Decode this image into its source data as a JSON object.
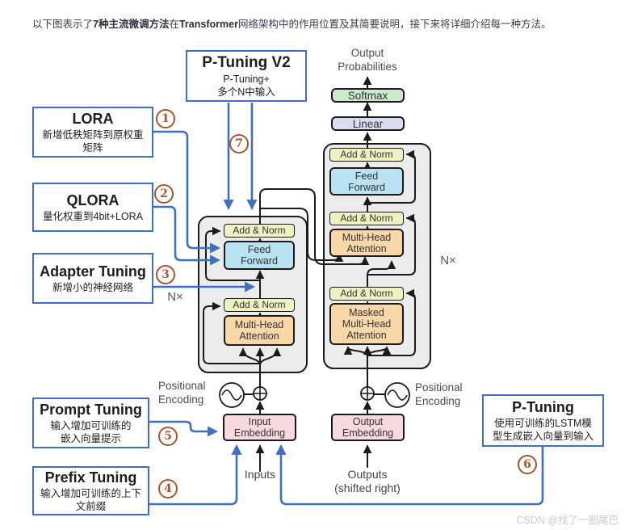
{
  "intro": {
    "p1": "以下图表示了",
    "p2_bold": "7种主流微调方法",
    "p3": "在",
    "p4_bold": "Transformer",
    "p5": "网络架构中的作用位置及其简要说明，接下来将详细介绍每一种方法。"
  },
  "methods": {
    "ptuning_v2": {
      "title": "P-Tuning V2",
      "desc": "P-Tuning+\n多个N中输入",
      "number": "7"
    },
    "lora": {
      "title": "LORA",
      "desc": "新增低秩矩阵到原权重\n矩阵",
      "number": "1"
    },
    "qlora": {
      "title": "QLORA",
      "desc": "量化权重到4bit+LORA",
      "number": "2"
    },
    "adapter": {
      "title": "Adapter Tuning",
      "desc": "新增小的神经网络",
      "number": "3"
    },
    "prompt": {
      "title": "Prompt Tuning",
      "desc": "输入增加可训练的\n嵌入向量提示",
      "number": "5"
    },
    "prefix": {
      "title": "Prefix Tuning",
      "desc": "输入增加可训练的上下\n文前缀",
      "number": "4"
    },
    "ptuning": {
      "title": "P-Tuning",
      "desc": "使用可训练的LSTM模\n型生成嵌入向量到输入",
      "number": "6"
    }
  },
  "transformer": {
    "output_probabilities": "Output\nProbabilities",
    "softmax": "Softmax",
    "linear": "Linear",
    "add_norm": "Add & Norm",
    "feed_forward": "Feed\nForward",
    "multi_head_attention": "Multi-Head\nAttention",
    "masked_multi_head_attention": "Masked\nMulti-Head\nAttention",
    "input_embedding": "Input\nEmbedding",
    "output_embedding": "Output\nEmbedding",
    "positional_encoding": "Positional\nEncoding",
    "inputs": "Inputs",
    "outputs": "Outputs\n(shifted right)",
    "n_x": "N×"
  },
  "watermark": "CSDN @找了一圈尾巴",
  "colors": {
    "accent_blue": "#3f6fbe",
    "number_brown": "#a5542c",
    "line_black": "#1b1b1b",
    "add_norm_fill": "#eef2c3",
    "feed_forward_fill": "#b9e2f2",
    "attention_fill": "#f8d8a8",
    "softmax_fill": "#cde9cb",
    "linear_fill": "#dbdef2",
    "embedding_fill": "#f8d9de",
    "panel_fill": "#ececec",
    "watermark_gray": "#d0c8c8"
  }
}
